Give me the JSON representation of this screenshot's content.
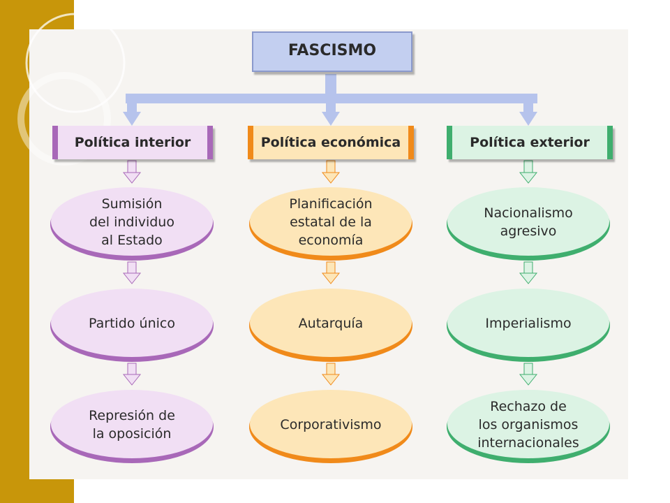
{
  "title": "FASCISMO",
  "columns": [
    {
      "header": "Política interior",
      "accent": "#a868b8",
      "fill": "#f1dff4",
      "items": [
        "Sumisión\ndel individuo\nal Estado",
        "Partido único",
        "Represión de\nla oposición"
      ]
    },
    {
      "header": "Política económica",
      "accent": "#f08a1a",
      "fill": "#fde6b8",
      "items": [
        "Planificación\nestatal de la\neconomía",
        "Autarquía",
        "Corporativismo"
      ]
    },
    {
      "header": "Política exterior",
      "accent": "#3fae6e",
      "fill": "#dcf3e4",
      "items": [
        "Nacionalismo\nagresivo",
        "Imperialismo",
        "Rechazo de\nlos organismos\ninternacionales"
      ]
    }
  ],
  "colors": {
    "title_fill": "#c3cff0",
    "title_border": "#8a99cc",
    "connector": "#b6c3ec",
    "gold_band": "#c8960a"
  }
}
